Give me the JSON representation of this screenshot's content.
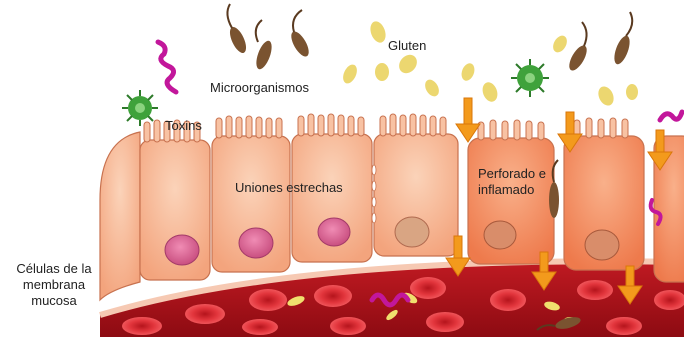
{
  "labels": {
    "microorganisms": "Microorganismos",
    "gluten": "Gluten",
    "toxins": "Toxins",
    "tight_junctions": "Uniones estrechas",
    "perforated": "Perforado e inflamado",
    "mucosa_cells": "Células de la membrana mucosa"
  },
  "colors": {
    "cell_fill": "#f6b48f",
    "cell_fill_inflamed": "#f18a5e",
    "cell_outline": "#c8724f",
    "nucleus": "#d86a92",
    "blood": "#b3141c",
    "blood_cell": "#e8363d",
    "gluten": "#ead86a",
    "toxin": "#c2179b",
    "virus": "#3fa23b",
    "arrow": "#f39a1c",
    "bacteria": "#7a5330"
  },
  "icons": [
    "bacteria-icon",
    "toxin-icon",
    "virus-icon",
    "gluten-particle-icon",
    "arrow-down-icon",
    "red-blood-cell-icon"
  ]
}
